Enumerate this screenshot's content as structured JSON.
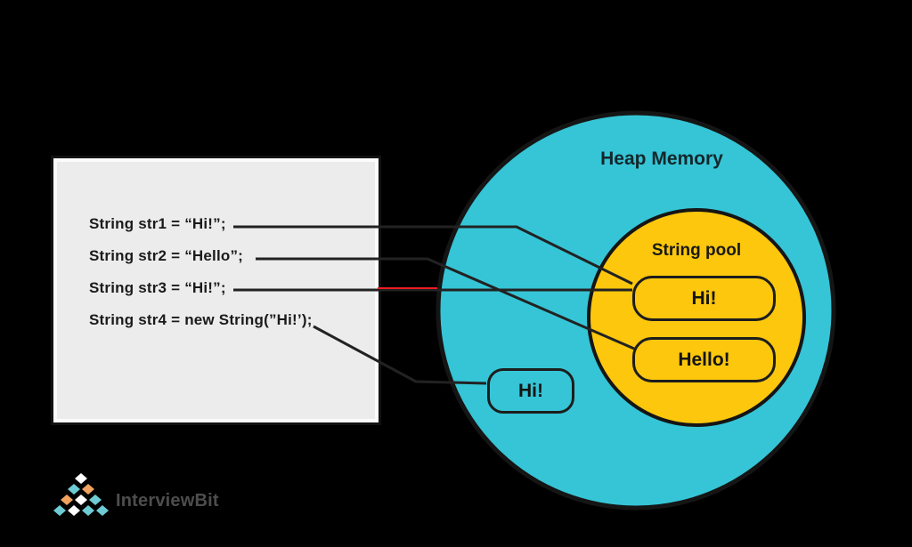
{
  "diagram": {
    "background": "#000000",
    "code_box": {
      "lines": [
        "String str1 = “Hi!”;",
        "String str2 = “Hello”;",
        "String str3 = “Hi!”;",
        "String str4 = new String(”Hi!’);"
      ]
    },
    "heap": {
      "label": "Heap Memory",
      "fill": "#35C5D6",
      "object_label": "Hi!"
    },
    "string_pool": {
      "label": "String pool",
      "fill": "#FCC70D",
      "items": [
        "Hi!",
        "Hello!"
      ]
    },
    "connectors": {
      "str1_target": "pool Hi!",
      "str2_target": "pool Hello!",
      "str3_target": "pool Hi!",
      "str3_highlight_color": "#ED1C24",
      "str4_target": "heap Hi!",
      "line_color": "#222222"
    },
    "logo": {
      "text": "InterviewBit",
      "mark_colors": [
        "#6ECBD4",
        "#F0A35E",
        "#FFFFFF"
      ]
    }
  }
}
